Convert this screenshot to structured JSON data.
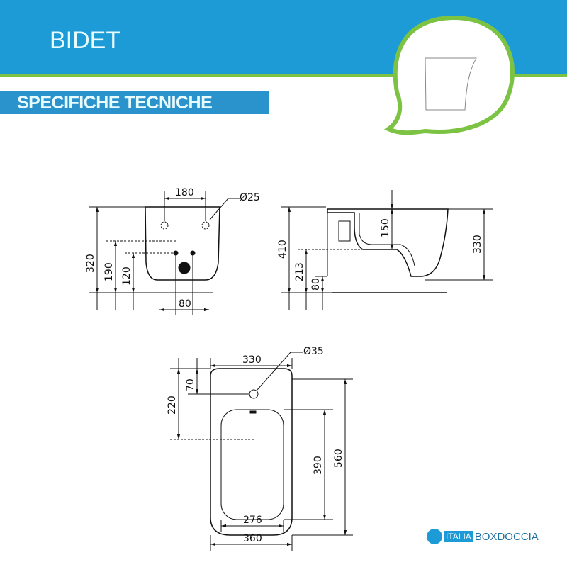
{
  "header": {
    "title": "BIDET",
    "subtitle": "SPECIFICHE TECNICHE"
  },
  "colors": {
    "blue": "#1d9bd7",
    "green": "#7cc243"
  },
  "front_view": {
    "d180": "180",
    "d25": "Ø25",
    "d320": "320",
    "d190": "190",
    "d120": "120",
    "d80": "80"
  },
  "side_view": {
    "d410": "410",
    "d213": "213",
    "d80": "80",
    "d150": "150",
    "d330": "330"
  },
  "top_view": {
    "d330": "330",
    "d35": "Ø35",
    "d70": "70",
    "d220": "220",
    "d390": "390",
    "d560": "560",
    "d276": "276",
    "d360": "360"
  },
  "logo": {
    "part1": "ITALIA",
    "part2": "BOXDOCCIA"
  }
}
